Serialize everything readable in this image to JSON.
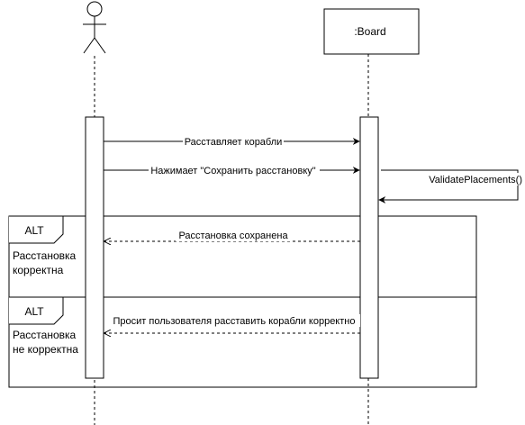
{
  "diagram": {
    "type": "sequence",
    "participants": [
      {
        "id": "user",
        "kind": "actor",
        "label": ""
      },
      {
        "id": "board",
        "kind": "object",
        "label": ":Board"
      }
    ],
    "messages": [
      {
        "id": "m1",
        "from": "user",
        "to": "board",
        "label": "Расставляет корабли",
        "style": "solid"
      },
      {
        "id": "m2",
        "from": "user",
        "to": "board",
        "label": "Нажимает \"Сохранить расстановку\"",
        "style": "solid"
      },
      {
        "id": "m3",
        "from": "board",
        "to": "board",
        "label": "ValidatePlacements()",
        "style": "self"
      },
      {
        "id": "m4",
        "from": "board",
        "to": "user",
        "label": "Расстановка сохранена",
        "style": "dashed"
      },
      {
        "id": "m5",
        "from": "board",
        "to": "user",
        "label": "Просит пользователя расставить корабли корректно",
        "style": "dashed"
      }
    ],
    "fragments": [
      {
        "id": "f1",
        "operator": "ALT",
        "guard_lines": [
          "Расстановка",
          "корректна"
        ]
      },
      {
        "id": "f2",
        "operator": "ALT",
        "guard_lines": [
          "Расстановка",
          "не корректна"
        ]
      }
    ]
  },
  "colors": {
    "stroke": "#000000",
    "background": "#ffffff",
    "lifeline": "#000000"
  }
}
